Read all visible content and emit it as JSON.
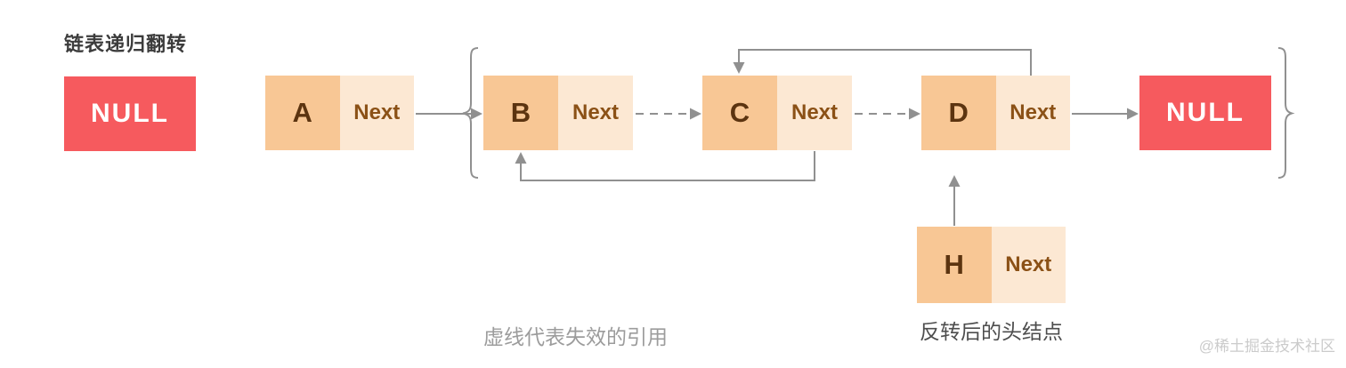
{
  "title": "链表递归翻转",
  "labels": {
    "next": "Next",
    "null": "NULL"
  },
  "nodes": {
    "a": {
      "label": "A"
    },
    "b": {
      "label": "B"
    },
    "c": {
      "label": "C"
    },
    "d": {
      "label": "D"
    },
    "h": {
      "label": "H"
    }
  },
  "captions": {
    "dashed_note": "虚线代表失效的引用",
    "head_note": "反转后的头结点"
  },
  "watermark": "@稀土掘金技术社区",
  "colors": {
    "null-bg": "#F65A5E",
    "cell-bg": "#F8C795",
    "next-bg": "#FCE8D3",
    "letter": "#5C3410",
    "next-text": "#8B5116",
    "line": "#909090",
    "title-text": "#3C3C3C",
    "caption-light": "#9C9C9C",
    "caption-dark": "#4D4D4D",
    "watermark-text": "#CBCBCB"
  }
}
